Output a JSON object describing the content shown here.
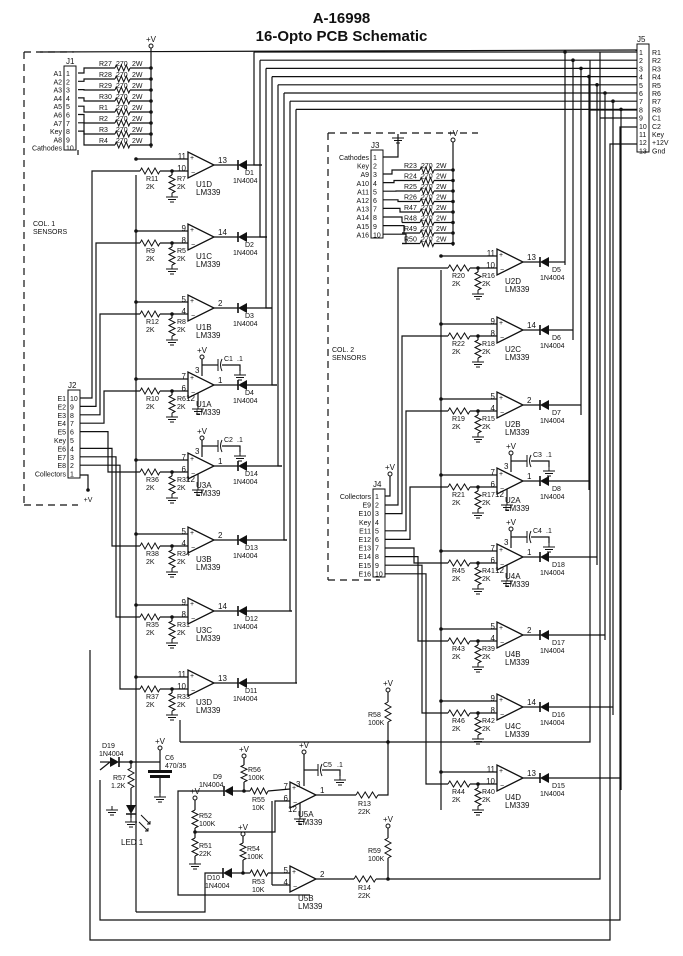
{
  "title": {
    "part_number": "A-16998",
    "name": "16-Opto PCB Schematic"
  },
  "supply_label": "+V",
  "connectors": {
    "J1": {
      "ref": "J1",
      "pins": [
        {
          "num": "1",
          "signal": "A1"
        },
        {
          "num": "2",
          "signal": "A2"
        },
        {
          "num": "3",
          "signal": "A3"
        },
        {
          "num": "4",
          "signal": "A4"
        },
        {
          "num": "5",
          "signal": "A5"
        },
        {
          "num": "6",
          "signal": "A6"
        },
        {
          "num": "7",
          "signal": "A7"
        },
        {
          "num": "8",
          "signal": "Key"
        },
        {
          "num": "9",
          "signal": "A8"
        },
        {
          "num": "10",
          "signal": "Cathodes"
        }
      ]
    },
    "J2": {
      "ref": "J2",
      "pins": [
        {
          "num": "10",
          "signal": "E1"
        },
        {
          "num": "9",
          "signal": "E2"
        },
        {
          "num": "8",
          "signal": "E3"
        },
        {
          "num": "7",
          "signal": "E4"
        },
        {
          "num": "6",
          "signal": "E5"
        },
        {
          "num": "5",
          "signal": "Key"
        },
        {
          "num": "4",
          "signal": "E6"
        },
        {
          "num": "3",
          "signal": "E7"
        },
        {
          "num": "2",
          "signal": "E8"
        },
        {
          "num": "1",
          "signal": "Collectors"
        }
      ]
    },
    "J3": {
      "ref": "J3",
      "pins": [
        {
          "num": "1",
          "signal": "Cathodes"
        },
        {
          "num": "2",
          "signal": "Key"
        },
        {
          "num": "3",
          "signal": "A9"
        },
        {
          "num": "4",
          "signal": "A10"
        },
        {
          "num": "5",
          "signal": "A11"
        },
        {
          "num": "6",
          "signal": "A12"
        },
        {
          "num": "7",
          "signal": "A13"
        },
        {
          "num": "8",
          "signal": "A14"
        },
        {
          "num": "9",
          "signal": "A15"
        },
        {
          "num": "10",
          "signal": "A16"
        }
      ]
    },
    "J4": {
      "ref": "J4",
      "pins": [
        {
          "num": "1",
          "signal": "Collectors"
        },
        {
          "num": "2",
          "signal": "E9"
        },
        {
          "num": "3",
          "signal": "E10"
        },
        {
          "num": "4",
          "signal": "Key"
        },
        {
          "num": "5",
          "signal": "E11"
        },
        {
          "num": "6",
          "signal": "E12"
        },
        {
          "num": "7",
          "signal": "E13"
        },
        {
          "num": "8",
          "signal": "E14"
        },
        {
          "num": "9",
          "signal": "E15"
        },
        {
          "num": "10",
          "signal": "E16"
        }
      ]
    },
    "J5": {
      "ref": "J5",
      "pins": [
        {
          "num": "1",
          "signal": "R1"
        },
        {
          "num": "2",
          "signal": "R2"
        },
        {
          "num": "3",
          "signal": "R3"
        },
        {
          "num": "4",
          "signal": "R4"
        },
        {
          "num": "5",
          "signal": "R5"
        },
        {
          "num": "6",
          "signal": "R6"
        },
        {
          "num": "7",
          "signal": "R7"
        },
        {
          "num": "8",
          "signal": "R8"
        },
        {
          "num": "9",
          "signal": "C1"
        },
        {
          "num": "10",
          "signal": "C2"
        },
        {
          "num": "11",
          "signal": "Key"
        },
        {
          "num": "12",
          "signal": "+12V"
        },
        {
          "num": "13",
          "signal": "Gnd"
        }
      ]
    }
  },
  "sensor_groups": [
    {
      "label_line1": "COL. 1",
      "label_line2": "SENSORS"
    },
    {
      "label_line1": "COL. 2",
      "label_line2": "SENSORS"
    }
  ],
  "anode_resistors_col1": [
    {
      "ref": "R27",
      "value": "270",
      "rating": "2W"
    },
    {
      "ref": "R28",
      "value": "270",
      "rating": "2W"
    },
    {
      "ref": "R29",
      "value": "270",
      "rating": "2W"
    },
    {
      "ref": "R30",
      "value": "270",
      "rating": "2W"
    },
    {
      "ref": "R1",
      "value": "270",
      "rating": "2W"
    },
    {
      "ref": "R2",
      "value": "270",
      "rating": "2W"
    },
    {
      "ref": "R3",
      "value": "270",
      "rating": "2W"
    },
    {
      "ref": "R4",
      "value": "270",
      "rating": "2W"
    }
  ],
  "anode_resistors_col2": [
    {
      "ref": "R23",
      "value": "270",
      "rating": "2W"
    },
    {
      "ref": "R24",
      "value": "270",
      "rating": "2W"
    },
    {
      "ref": "R25",
      "value": "270",
      "rating": "2W"
    },
    {
      "ref": "R26",
      "value": "270",
      "rating": "2W"
    },
    {
      "ref": "R47",
      "value": "270",
      "rating": "2W"
    },
    {
      "ref": "R48",
      "value": "270",
      "rating": "2W"
    },
    {
      "ref": "R49",
      "value": "270",
      "rating": "2W"
    },
    {
      "ref": "R50",
      "value": "270",
      "rating": "2W"
    }
  ],
  "comparators_col1": [
    {
      "ref": "U1D",
      "part": "LM339",
      "pin_plus": "11",
      "pin_minus": "10",
      "pin_out": "13",
      "r_series": "R11",
      "r_series_val": "2K",
      "r_shunt": "R7",
      "r_shunt_val": "2K",
      "diode": "D1",
      "diode_part": "1N4004"
    },
    {
      "ref": "U1C",
      "part": "LM339",
      "pin_plus": "9",
      "pin_minus": "8",
      "pin_out": "14",
      "r_series": "R9",
      "r_series_val": "2K",
      "r_shunt": "R5",
      "r_shunt_val": "2K",
      "diode": "D2",
      "diode_part": "1N4004"
    },
    {
      "ref": "U1B",
      "part": "LM339",
      "pin_plus": "5",
      "pin_minus": "4",
      "pin_out": "2",
      "r_series": "R12",
      "r_series_val": "2K",
      "r_shunt": "R8",
      "r_shunt_val": "2K",
      "diode": "D3",
      "diode_part": "1N4004"
    },
    {
      "ref": "U1A",
      "part": "LM339",
      "pin_plus": "7",
      "pin_minus": "6",
      "pin_out": "1",
      "pin_vcc": "3",
      "pin_gnd": "12",
      "cap": "C1",
      "cap_val": ".1",
      "r_series": "R10",
      "r_series_val": "2K",
      "r_shunt": "R6",
      "r_shunt_val": "2K",
      "diode": "D4",
      "diode_part": "1N4004"
    },
    {
      "ref": "U3A",
      "part": "LM339",
      "pin_plus": "7",
      "pin_minus": "6",
      "pin_out": "1",
      "pin_vcc": "3",
      "pin_gnd": "12",
      "cap": "C2",
      "cap_val": ".1",
      "r_series": "R36",
      "r_series_val": "2K",
      "r_shunt": "R32",
      "r_shunt_val": "2K",
      "diode": "D14",
      "diode_part": "1N4004"
    },
    {
      "ref": "U3B",
      "part": "LM339",
      "pin_plus": "5",
      "pin_minus": "4",
      "pin_out": "2",
      "r_series": "R38",
      "r_series_val": "2K",
      "r_shunt": "R34",
      "r_shunt_val": "2K",
      "diode": "D13",
      "diode_part": "1N4004"
    },
    {
      "ref": "U3C",
      "part": "LM339",
      "pin_plus": "9",
      "pin_minus": "8",
      "pin_out": "14",
      "r_series": "R35",
      "r_series_val": "2K",
      "r_shunt": "R31",
      "r_shunt_val": "2K",
      "diode": "D12",
      "diode_part": "1N4004"
    },
    {
      "ref": "U3D",
      "part": "LM339",
      "pin_plus": "11",
      "pin_minus": "10",
      "pin_out": "13",
      "r_series": "R37",
      "r_series_val": "2K",
      "r_shunt": "R33",
      "r_shunt_val": "2K",
      "diode": "D11",
      "diode_part": "1N4004"
    }
  ],
  "comparators_col2": [
    {
      "ref": "U2D",
      "part": "LM339",
      "pin_plus": "11",
      "pin_minus": "10",
      "pin_out": "13",
      "r_series": "R20",
      "r_series_val": "2K",
      "r_shunt": "R16",
      "r_shunt_val": "2K",
      "diode": "D5",
      "diode_part": "1N4004"
    },
    {
      "ref": "U2C",
      "part": "LM339",
      "pin_plus": "9",
      "pin_minus": "8",
      "pin_out": "14",
      "r_series": "R22",
      "r_series_val": "2K",
      "r_shunt": "R18",
      "r_shunt_val": "2K",
      "diode": "D6",
      "diode_part": "1N4004"
    },
    {
      "ref": "U2B",
      "part": "LM339",
      "pin_plus": "5",
      "pin_minus": "4",
      "pin_out": "2",
      "r_series": "R19",
      "r_series_val": "2K",
      "r_shunt": "R15",
      "r_shunt_val": "2K",
      "diode": "D7",
      "diode_part": "1N4004"
    },
    {
      "ref": "U2A",
      "part": "LM339",
      "pin_plus": "7",
      "pin_minus": "6",
      "pin_out": "1",
      "pin_vcc": "3",
      "pin_gnd": "12",
      "cap": "C3",
      "cap_val": ".1",
      "r_series": "R21",
      "r_series_val": "2K",
      "r_shunt": "R17",
      "r_shunt_val": "2K",
      "diode": "D8",
      "diode_part": "1N4004"
    },
    {
      "ref": "U4A",
      "part": "LM339",
      "pin_plus": "7",
      "pin_minus": "6",
      "pin_out": "1",
      "pin_vcc": "3",
      "pin_gnd": "12",
      "cap": "C4",
      "cap_val": ".1",
      "r_series": "R45",
      "r_series_val": "2K",
      "r_shunt": "R41",
      "r_shunt_val": "2K",
      "diode": "D18",
      "diode_part": "1N4004"
    },
    {
      "ref": "U4B",
      "part": "LM339",
      "pin_plus": "5",
      "pin_minus": "4",
      "pin_out": "2",
      "r_series": "R43",
      "r_series_val": "2K",
      "r_shunt": "R39",
      "r_shunt_val": "2K",
      "diode": "D17",
      "diode_part": "1N4004"
    },
    {
      "ref": "U4C",
      "part": "LM339",
      "pin_plus": "9",
      "pin_minus": "8",
      "pin_out": "14",
      "r_series": "R46",
      "r_series_val": "2K",
      "r_shunt": "R42",
      "r_shunt_val": "2K",
      "diode": "D16",
      "diode_part": "1N4004"
    },
    {
      "ref": "U4D",
      "part": "LM339",
      "pin_plus": "11",
      "pin_minus": "10",
      "pin_out": "13",
      "r_series": "R44",
      "r_series_val": "2K",
      "r_shunt": "R40",
      "r_shunt_val": "2K",
      "diode": "D15",
      "diode_part": "1N4004"
    }
  ],
  "power_section": {
    "D19": {
      "ref": "D19",
      "part": "1N4004"
    },
    "R57": {
      "ref": "R57",
      "value": "1.2K"
    },
    "C6": {
      "ref": "C6",
      "value": "470/35"
    },
    "LED1": {
      "ref": "LED 1"
    },
    "D9": {
      "ref": "D9",
      "part": "1N4004"
    },
    "D10": {
      "ref": "D10",
      "part": "1N4004"
    },
    "R56": {
      "ref": "R56",
      "value": "100K"
    },
    "R55": {
      "ref": "R55",
      "value": "10K"
    },
    "R52": {
      "ref": "R52",
      "value": "100K"
    },
    "R51": {
      "ref": "R51",
      "value": "22K"
    },
    "R54": {
      "ref": "R54",
      "value": "100K"
    },
    "R53": {
      "ref": "R53",
      "value": "10K"
    },
    "R58": {
      "ref": "R58",
      "value": "100K"
    },
    "R59": {
      "ref": "R59",
      "value": "100K"
    },
    "R13": {
      "ref": "R13",
      "value": "22K"
    },
    "R14": {
      "ref": "R14",
      "value": "22K"
    },
    "C5": {
      "ref": "C5",
      "value": ".1"
    },
    "U5A": {
      "ref": "U5A",
      "part": "LM339",
      "pin_plus": "7",
      "pin_minus": "6",
      "pin_out": "1",
      "pin_vcc": "3",
      "pin_gnd": "12"
    },
    "U5B": {
      "ref": "U5B",
      "part": "LM339",
      "pin_plus": "5",
      "pin_minus": "4",
      "pin_out": "2"
    }
  }
}
